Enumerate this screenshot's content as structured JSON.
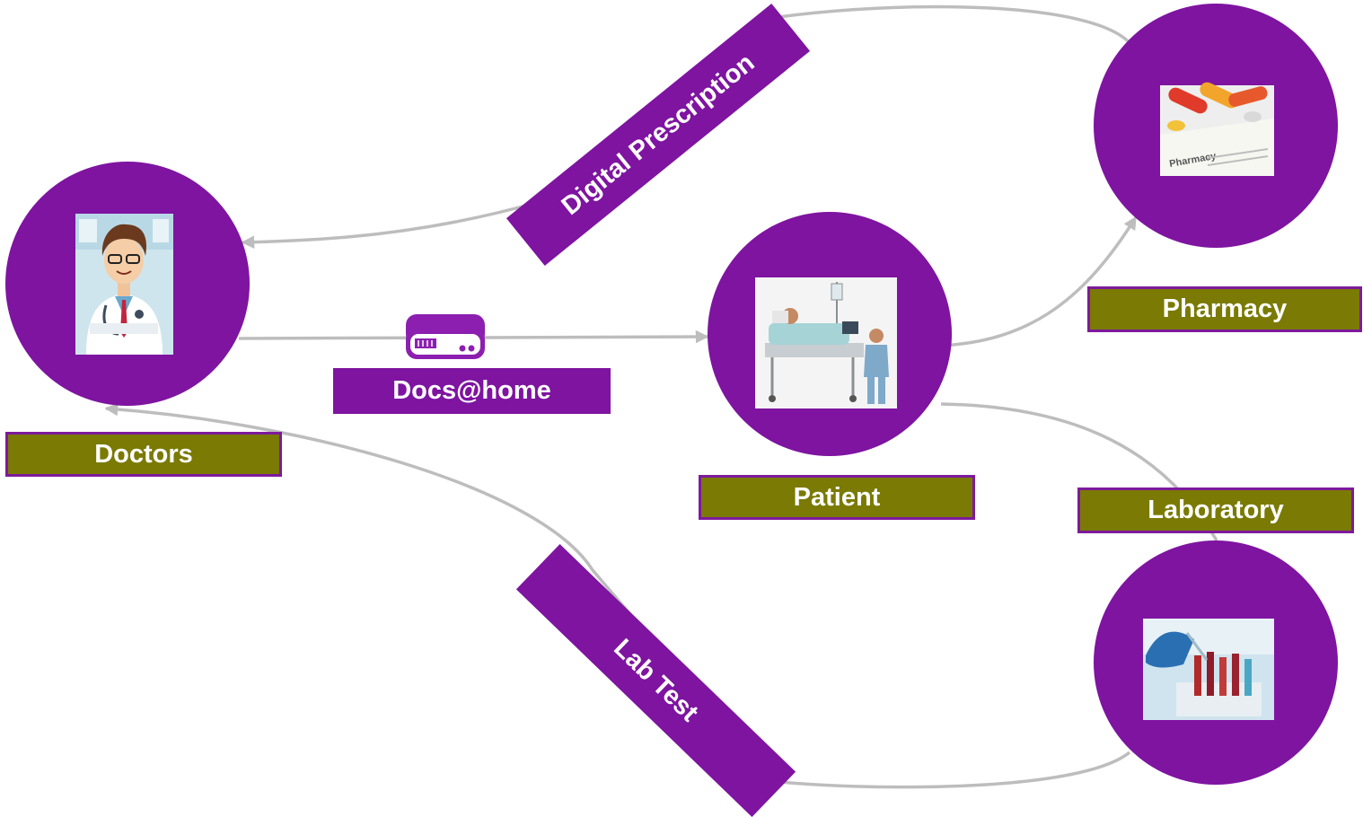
{
  "colors": {
    "node_fill": "#7e14a0",
    "label_fill": "#7a7a04",
    "label_border": "#7e1a9c",
    "connector": "#bdbdbd",
    "text": "#ffffff"
  },
  "nodes": {
    "doctors": {
      "label": "Doctors",
      "icon": "doctor-illustration"
    },
    "patient": {
      "label": "Patient",
      "icon": "hospital-bed-photo"
    },
    "pharmacy": {
      "label": "Pharmacy",
      "icon": "pills-photo",
      "photo_text": "Pharmacy"
    },
    "laboratory": {
      "label": "Laboratory",
      "icon": "test-tubes-photo"
    }
  },
  "edges": {
    "docs_at_home": {
      "label": "Docs@home",
      "icon": "server-icon"
    },
    "digital_prescription": {
      "label": "Digital Prescription"
    },
    "lab_test": {
      "label": "Lab Test"
    }
  }
}
